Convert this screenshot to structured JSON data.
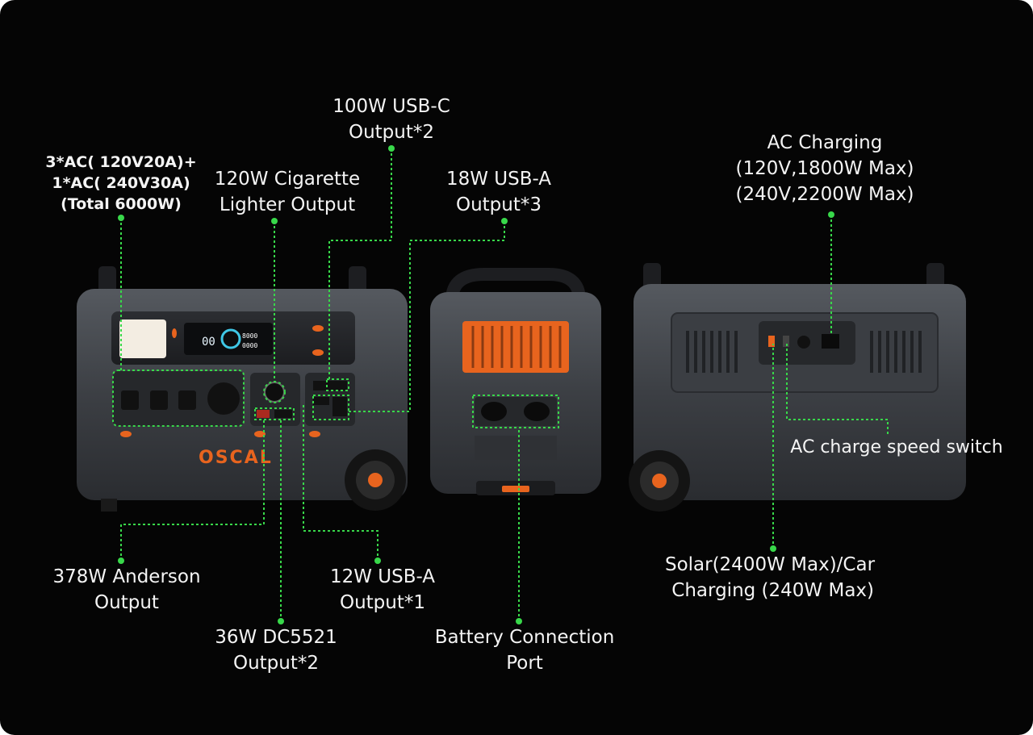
{
  "brand": "OSCAL",
  "display_readout": [
    "00",
    "8000",
    "0000"
  ],
  "accent_color": "#e8641e",
  "line_color": "#38d84a",
  "labels": {
    "ac_outlets": [
      "3*AC( 120V20A)+",
      "1*AC( 240V30A)",
      "(Total 6000W)"
    ],
    "cigarette": [
      "120W Cigarette",
      "Lighter Output"
    ],
    "usb_c": [
      "100W USB-C",
      "Output*2"
    ],
    "usb_a_18": [
      "18W USB-A",
      "Output*3"
    ],
    "anderson": [
      "378W Anderson",
      "Output"
    ],
    "dc5521": [
      "36W DC5521",
      "Output*2"
    ],
    "usb_a_12": [
      "12W USB-A",
      "Output*1"
    ],
    "battery_port": [
      "Battery Connection",
      "Port"
    ],
    "ac_charging": [
      "AC Charging",
      "(120V,1800W Max)",
      "(240V,2200W Max)"
    ],
    "speed_switch": [
      "AC charge speed switch"
    ],
    "solar": [
      "Solar(2400W Max)/Car",
      " Charging (240W Max)"
    ]
  }
}
